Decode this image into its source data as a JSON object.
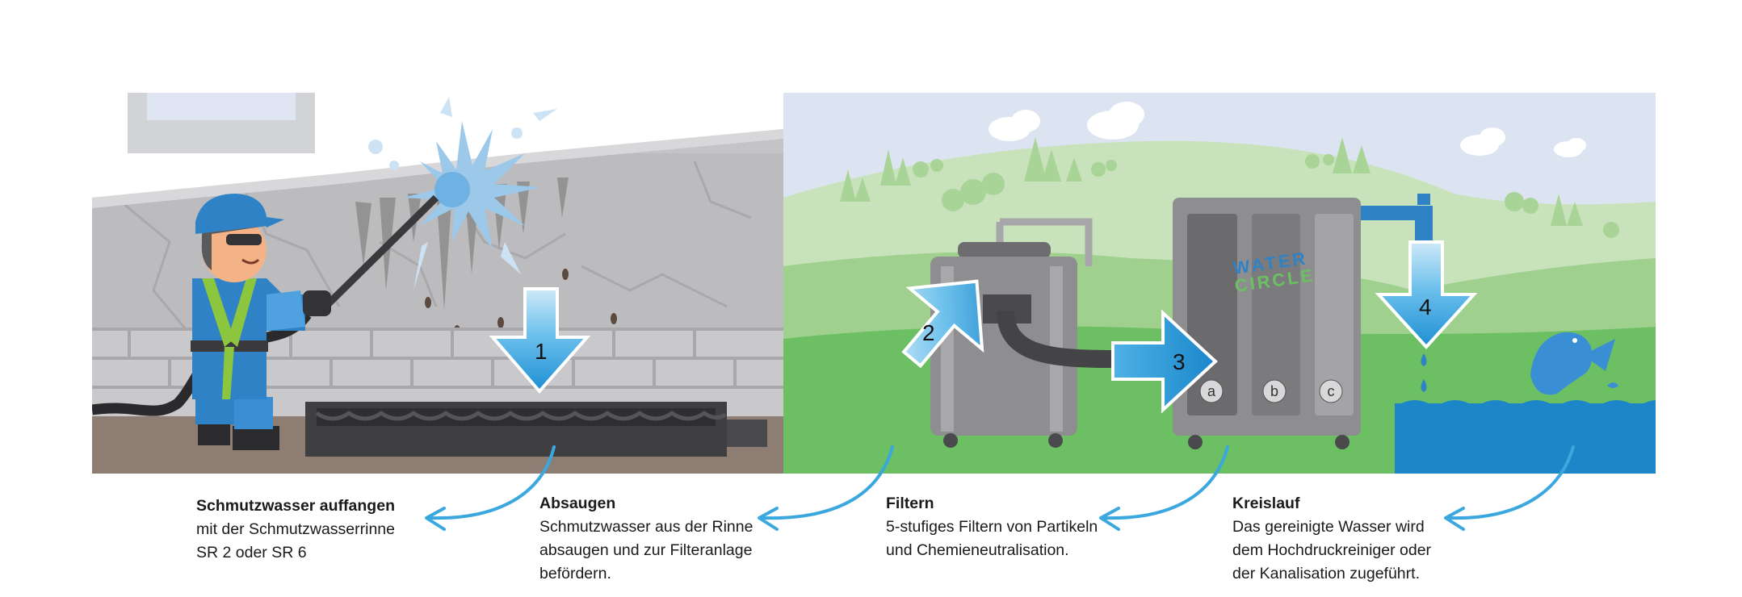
{
  "steps": [
    {
      "number": "1",
      "title": "Schmutzwasser auffangen",
      "lines": [
        "mit der Schmutzwasserrinne",
        "SR 2 oder SR 6"
      ]
    },
    {
      "number": "2",
      "title": "Absaugen",
      "lines": [
        "Schmutzwasser aus der Rinne",
        "absaugen und zur Filteranlage",
        "befördern."
      ]
    },
    {
      "number": "3",
      "title": "Filtern",
      "lines": [
        "5-stufiges Filtern von Partikeln",
        "und Chemieneutralisation."
      ]
    },
    {
      "number": "4",
      "title": "Kreislauf",
      "lines": [
        "Das gereinigte Wasser wird",
        "dem Hochdruckreiniger oder",
        "der Kanalisation zugeführt."
      ]
    }
  ],
  "device": {
    "brand_line1": "WATER",
    "brand_line2": "CIRCLE",
    "chambers": [
      "a",
      "b",
      "c"
    ]
  },
  "colors": {
    "arrow_blue": "#3aa7df",
    "wall_gray": "#b9b9bb",
    "grass_green": "#6cbf63",
    "hill_green": "#b6dba6",
    "sky": "#dde4f1",
    "water_blue": "#1d86c9",
    "machine_gray": "#8e8e90",
    "worker_blue": "#2f82c6",
    "vest_green": "#8cc63f"
  }
}
